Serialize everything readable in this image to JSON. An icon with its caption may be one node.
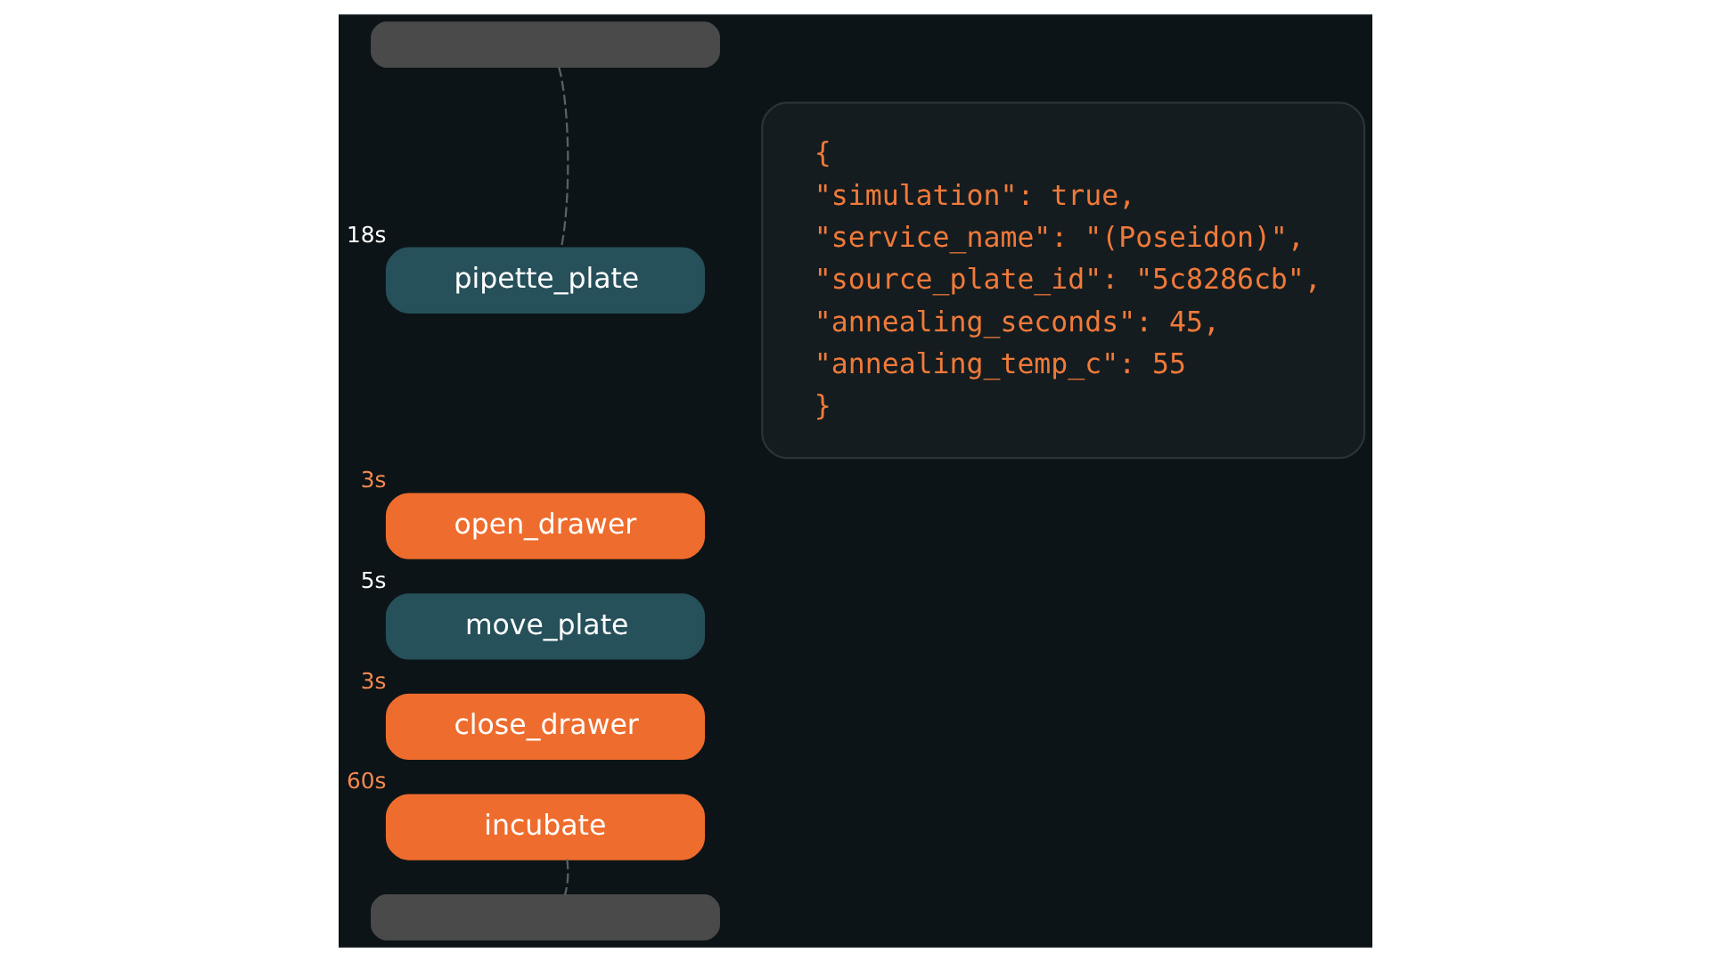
{
  "diagram": {
    "nodes": [
      {
        "text": [],
        "shape": "bar"
      },
      {
        "text": [
          "pipette_plate"
        ],
        "beside": [
          "18s"
        ]
      },
      {
        "text": [
          "open_drawer"
        ],
        "beside": [
          "3s"
        ]
      },
      {
        "text": [
          "move_plate"
        ],
        "beside": [
          "5s"
        ]
      },
      {
        "text": [
          "close_drawer"
        ],
        "beside": [
          "3s"
        ]
      },
      {
        "text": [
          "incubate"
        ],
        "beside": [
          "60s"
        ]
      },
      {
        "text": [],
        "shape": "bar"
      },
      {
        "text": [
          "{",
          "\"simulation\": true,",
          "\"service_name\": \"(Poseidon)\",",
          "\"source_plate_id\": \"5c8286cb\",",
          "\"annealing_seconds\": 45,",
          "\"annealing_temp_c\": 55",
          "}"
        ]
      }
    ],
    "edges": [
      {
        "from": 0,
        "to": 1,
        "arrow": "none",
        "style": "dashed"
      },
      {
        "from": 5,
        "to": 6,
        "arrow": "none",
        "style": "dashed"
      }
    ]
  }
}
